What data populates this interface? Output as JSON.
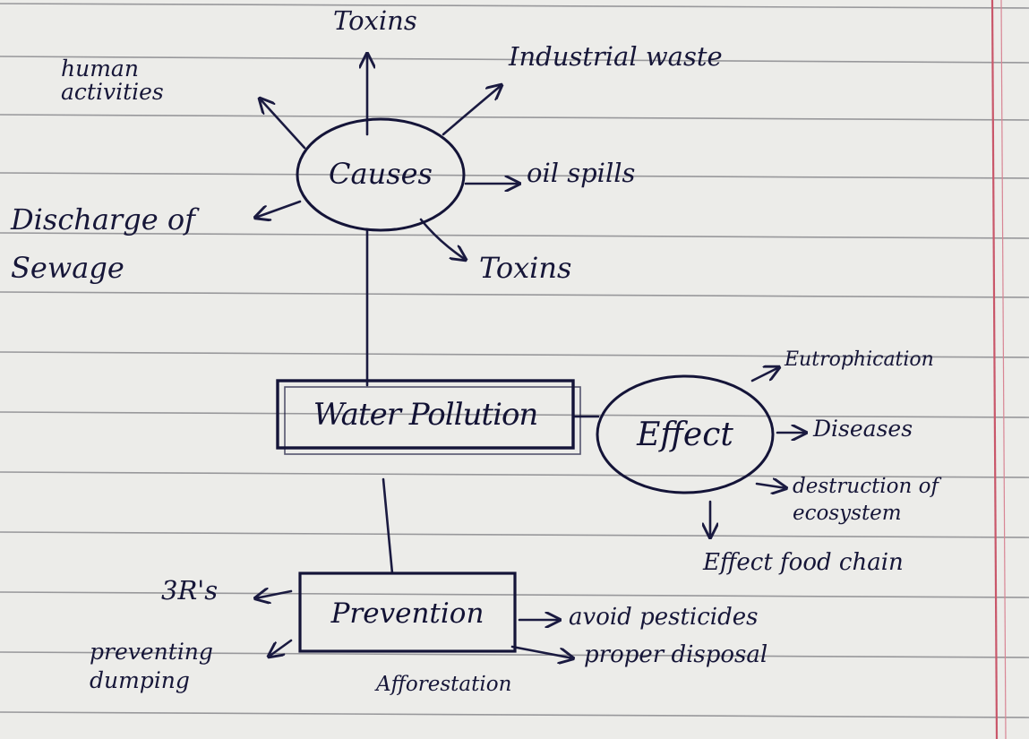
{
  "diagram": {
    "center": {
      "label": "Water Pollution"
    },
    "causes": {
      "label": "Causes",
      "items": [
        "Toxins",
        "human activities",
        "Industrial waste",
        "oil spills",
        "Discharge of Sewage",
        "Toxins"
      ]
    },
    "effect": {
      "label": "Effect",
      "items": [
        "Eutrophication",
        "Diseases",
        "destruction of ecosystem",
        "Effect food chain"
      ]
    },
    "prevention": {
      "label": "Prevention",
      "items": [
        "3R's",
        "preventing dumping",
        "avoid pesticides",
        "proper disposal",
        "Afforestation"
      ]
    }
  }
}
